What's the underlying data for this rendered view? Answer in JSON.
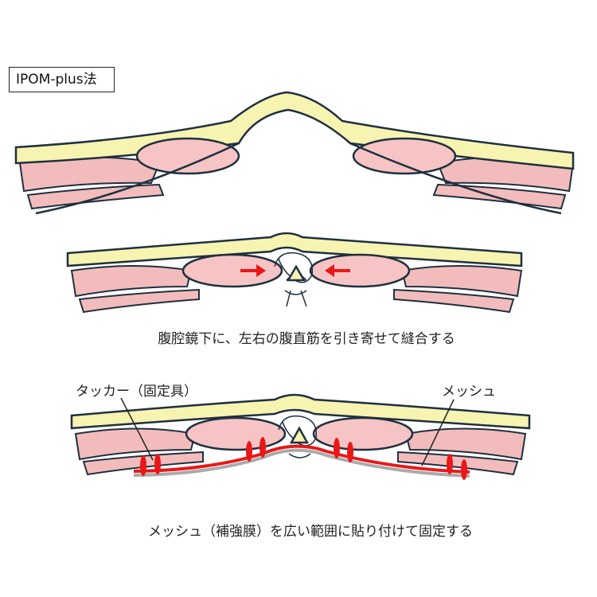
{
  "title": "IPOM-plus法",
  "panel2_caption": "腹腔鏡下に、左右の腹直筋を引き寄せて縫合する",
  "panel3_caption": "メッシュ（補強膜）を広い範囲に貼り付けて固定する",
  "labels": {
    "tacker": "タッカー（固定具）",
    "mesh": "メッシュ"
  },
  "colors": {
    "fat": "#f7f3b0",
    "muscle": "#f6c4c4",
    "outline": "#1f3040",
    "mesh": "#e81818",
    "arrow": "#e81818"
  }
}
